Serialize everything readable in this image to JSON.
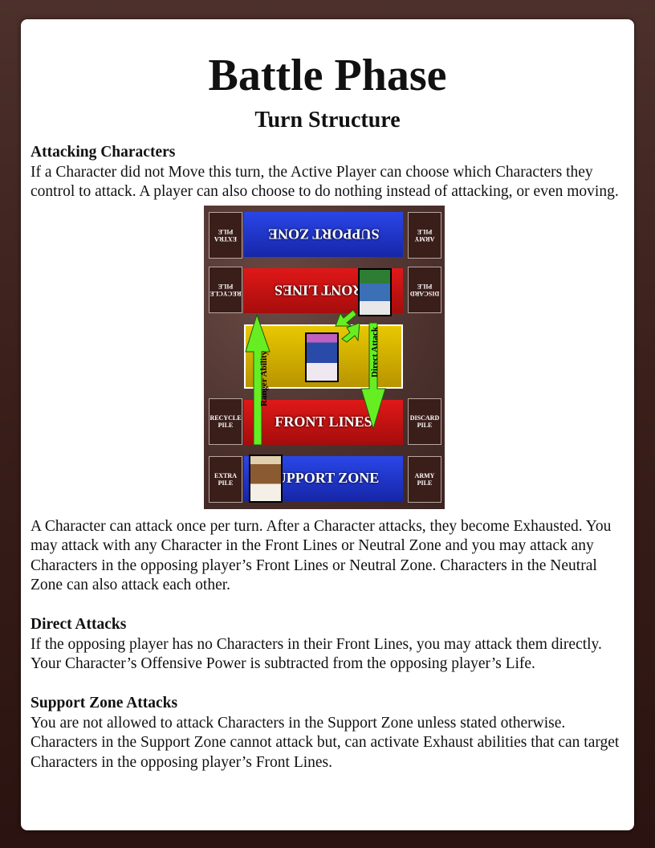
{
  "title": "Battle Phase",
  "subtitle": "Turn Structure",
  "sections": [
    {
      "heading": "Attacking Characters",
      "body": "If a Character did not Move this turn, the Active Player can choose which Characters they control to attack. A player can also choose to do nothing instead of attacking, or even moving."
    },
    {
      "body": "A Character can attack once per turn. After a Character attacks, they become Exhausted. You may attack with any Character in the Front Lines or Neutral Zone and you may attack any Characters in the opposing player’s Front Lines or Neutral Zone. Characters in the Neutral Zone can also attack each other."
    },
    {
      "heading": "Direct Attacks",
      "body": "If the opposing player has no Characters in their Front Lines, you may attack them directly. Your Character’s Offensive Power is subtracted from the opposing player’s Life."
    },
    {
      "heading": "Support Zone Attacks",
      "body": "You are not allowed to attack Characters in the Support Zone unless stated otherwise. Characters in the Support Zone cannot attack but, can activate Exhaust abilities that can target Characters in the opposing player’s Front Lines."
    }
  ],
  "board": {
    "opp_support": "SUPPORT ZONE",
    "opp_front": "FRONT LINES",
    "own_front": "FRONT LINES",
    "own_support": "SUPPORT ZONE",
    "opp_extra": "EXTRA PILE",
    "opp_army": "ARMY PILE",
    "opp_recycle": "RECYCLE PILE",
    "opp_discard": "DISCARD PILE",
    "own_recycle": "RECYCLE PILE",
    "own_discard": "DISCARD PILE",
    "own_extra": "EXTRA PILE",
    "own_army": "ARMY PILE",
    "arrow_ranger": "Ranger Ability",
    "arrow_direct": "Direct Attack",
    "colors": {
      "support": "#1f33c8",
      "front": "#c81212",
      "neutral": "#d6b400",
      "arrow": "#66ee22"
    }
  }
}
